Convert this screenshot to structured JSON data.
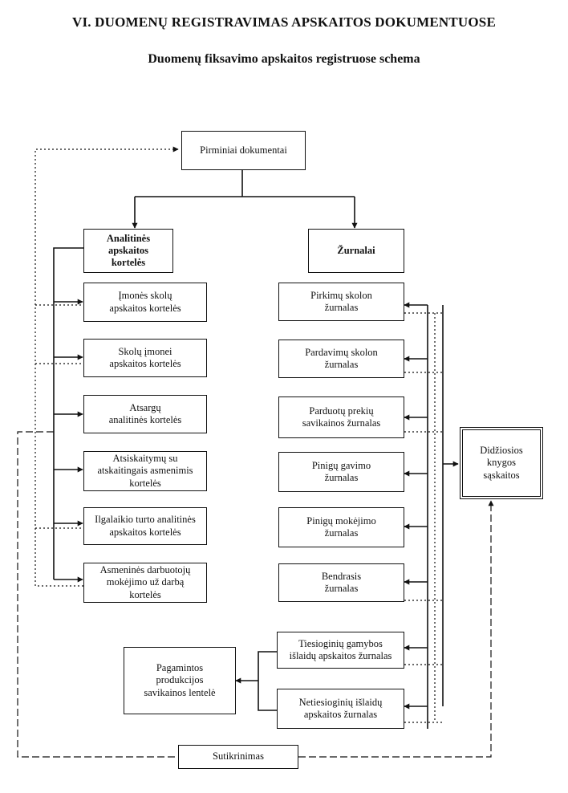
{
  "page": {
    "chapter_title": "VI. DUOMENŲ REGISTRAVIMAS APSKAITOS DOKUMENTUOSE",
    "scheme_title": "Duomenų fiksavimo apskaitos registruose schema"
  },
  "diagram": {
    "pirminiai": "Pirminiai dokumentai",
    "analitines": {
      "title": [
        "Analitinės",
        "apskaitos",
        "kortelės"
      ],
      "items": [
        [
          "Įmonės skolų",
          "apskaitos kortelės"
        ],
        [
          "Skolų įmonei",
          "apskaitos kortelės"
        ],
        [
          "Atsargų",
          "analitinės kortelės"
        ],
        [
          "Atsiskaitymų su",
          "atskaitingais asmenimis",
          "kortelės"
        ],
        [
          "Ilgalaikio turto analitinės",
          "apskaitos kortelės"
        ],
        [
          "Asmeninės darbuotojų",
          "mokėjimo už darbą",
          "kortelės"
        ]
      ]
    },
    "zurnalai": {
      "title": "Žurnalai",
      "items": [
        [
          "Pirkimų skolon",
          "žurnalas"
        ],
        [
          "Pardavimų skolon",
          "žurnalas"
        ],
        [
          "Parduotų prekių",
          "savikainos žurnalas"
        ],
        [
          "Pinigų gavimo",
          "žurnalas"
        ],
        [
          "Pinigų mokėjimo",
          "žurnalas"
        ],
        [
          "Bendrasis",
          "žurnalas"
        ],
        [
          "Tiesioginių gamybos",
          "išlaidų apskaitos žurnalas"
        ],
        [
          "Netiesioginių išlaidų",
          "apskaitos žurnalas"
        ]
      ]
    },
    "didziosios": [
      "Didžiosios",
      "knygos",
      "sąskaitos"
    ],
    "pagamintos": [
      "Pagamintos",
      "produkcijos",
      "savikainos lentelė"
    ],
    "sutikrinimas": "Sutikrinimas"
  }
}
